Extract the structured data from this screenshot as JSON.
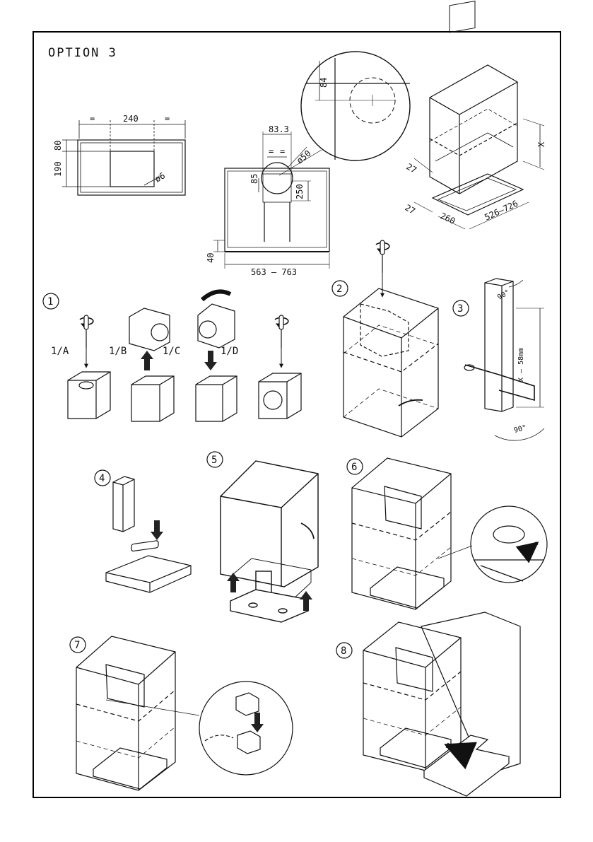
{
  "title": "OPTION 3",
  "dims": {
    "eq1": "=",
    "w240": "240",
    "eq2": "=",
    "h80": "80",
    "h190": "190",
    "hole6": "ø6",
    "w83": "83.3",
    "eqa": "=",
    "eqb": "=",
    "h85": "85",
    "d50": "ø50",
    "h250": "250",
    "h84": "84",
    "h40": "40",
    "w563": "563 – 763",
    "t27a": "27",
    "t27b": "27",
    "d260": "260",
    "w526": "526–726",
    "hx": "X",
    "xmm": "X – 58mm",
    "a90a": "90°",
    "a90b": "90°"
  },
  "steps": {
    "s1": "1",
    "s1a": "1/A",
    "s1b": "1/B",
    "s1c": "1/C",
    "s1d": "1/D",
    "s2": "2",
    "s3": "3",
    "s4": "4",
    "s5": "5",
    "s6": "6",
    "s7": "7",
    "s8": "8"
  },
  "colors": {
    "ink": "#111111",
    "frame": "#000000",
    "paper": "#ffffff"
  },
  "icons": [
    "screwdriver-icon",
    "rotation-arrow-icon",
    "down-arrow-icon",
    "up-arrow-icon",
    "left-arrow-icon"
  ]
}
